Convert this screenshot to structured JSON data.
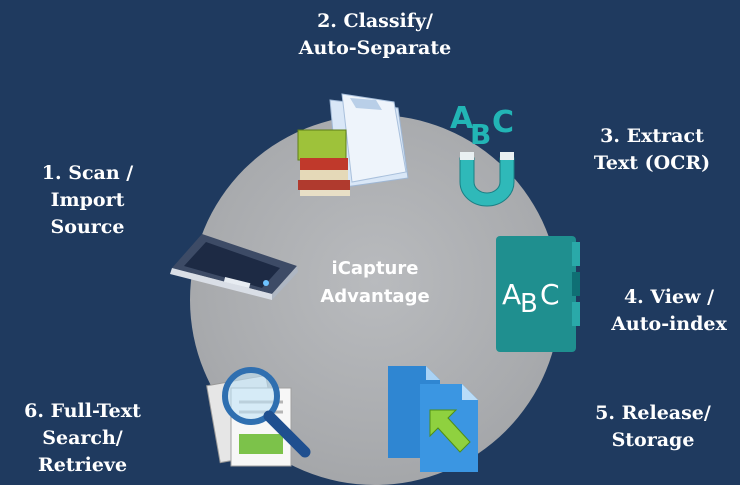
{
  "center": {
    "label": "iCapture\nAdvantage"
  },
  "steps": [
    {
      "label": "1. Scan /\nImport\nSource",
      "icon": "scanner-icon"
    },
    {
      "label": "2. Classify/\nAuto-Separate",
      "icon": "folder-books-icon"
    },
    {
      "label": "3. Extract\nText (OCR)",
      "icon": "abc-magnet-icon"
    },
    {
      "label": "4. View /\nAuto-index",
      "icon": "abc-folder-icon"
    },
    {
      "label": "5. Release/\nStorage",
      "icon": "release-arrow-icon"
    },
    {
      "label": "6. Full-Text\nSearch/\nRetrieve",
      "icon": "search-documents-icon"
    }
  ],
  "colors": {
    "background": "#1f3a5f",
    "circle": "#a9abae",
    "text": "#ffffff"
  }
}
